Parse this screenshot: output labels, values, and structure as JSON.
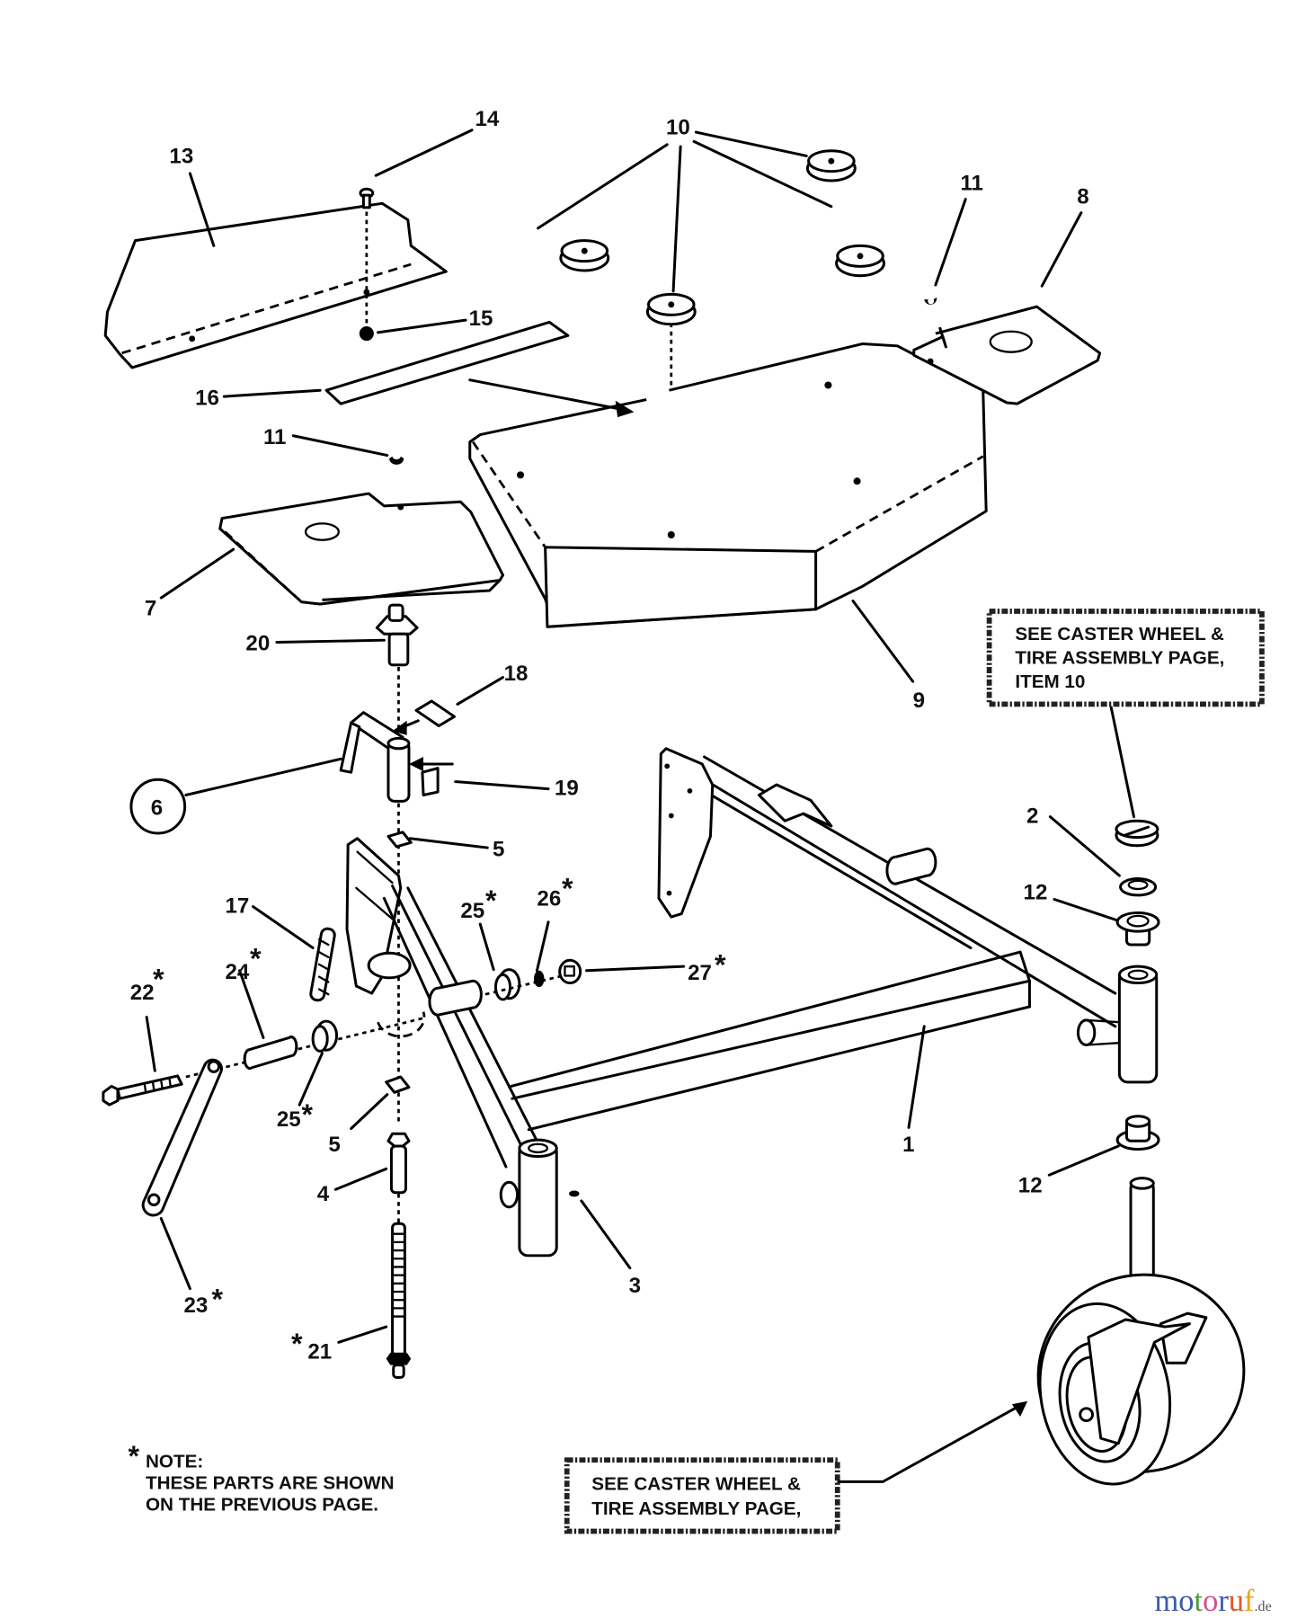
{
  "diagram": {
    "type": "exploded-parts-view",
    "subject": "Caster wheel frame / deck mount assembly",
    "callouts": [
      {
        "id": "c1",
        "number": "1",
        "starred": false,
        "part": "frame"
      },
      {
        "id": "c2",
        "number": "2",
        "starred": false,
        "part": "washer"
      },
      {
        "id": "c3",
        "number": "3",
        "starred": false,
        "part": "grease-fitting"
      },
      {
        "id": "c4",
        "number": "4",
        "starred": false,
        "part": "pivot-pin"
      },
      {
        "id": "c5a",
        "number": "5",
        "starred": false,
        "part": "square-nut-upper"
      },
      {
        "id": "c5b",
        "number": "5",
        "starred": false,
        "part": "square-nut-lower"
      },
      {
        "id": "c6",
        "number": "6",
        "starred": false,
        "circled": true,
        "part": "lever-assembly"
      },
      {
        "id": "c7",
        "number": "7",
        "starred": false,
        "part": "left-plate"
      },
      {
        "id": "c8",
        "number": "8",
        "starred": false,
        "part": "right-plate"
      },
      {
        "id": "c9",
        "number": "9",
        "starred": false,
        "part": "deck-cover"
      },
      {
        "id": "c10",
        "number": "10",
        "starred": false,
        "part": "knobs"
      },
      {
        "id": "c11a",
        "number": "11",
        "starred": false,
        "part": "clip-left"
      },
      {
        "id": "c11b",
        "number": "11",
        "starred": false,
        "part": "clip-right"
      },
      {
        "id": "c12a",
        "number": "12",
        "starred": false,
        "part": "bushing-upper"
      },
      {
        "id": "c12b",
        "number": "12",
        "starred": false,
        "part": "bushing-lower"
      },
      {
        "id": "c13",
        "number": "13",
        "starred": false,
        "part": "channel-cover"
      },
      {
        "id": "c14",
        "number": "14",
        "starred": false,
        "part": "screw"
      },
      {
        "id": "c15",
        "number": "15",
        "starred": false,
        "part": "nut"
      },
      {
        "id": "c16",
        "number": "16",
        "starred": false,
        "part": "strip"
      },
      {
        "id": "c17",
        "number": "17",
        "starred": false,
        "part": "spring"
      },
      {
        "id": "c18",
        "number": "18",
        "starred": false,
        "part": "decal-small"
      },
      {
        "id": "c19",
        "number": "19",
        "starred": false,
        "part": "decal"
      },
      {
        "id": "c20",
        "number": "20",
        "starred": false,
        "part": "flange-bushing"
      },
      {
        "id": "c21",
        "number": "21",
        "starred": true,
        "part": "threaded-rod"
      },
      {
        "id": "c22",
        "number": "22",
        "starred": true,
        "part": "bolt"
      },
      {
        "id": "c23",
        "number": "23",
        "starred": true,
        "part": "link-arm"
      },
      {
        "id": "c24",
        "number": "24",
        "starred": true,
        "part": "spacer"
      },
      {
        "id": "c25a",
        "number": "25",
        "starred": true,
        "part": "bushing-left"
      },
      {
        "id": "c25b",
        "number": "25",
        "starred": true,
        "part": "bushing-right"
      },
      {
        "id": "c26",
        "number": "26",
        "starred": true,
        "part": "washer-small"
      },
      {
        "id": "c27",
        "number": "27",
        "starred": true,
        "part": "nut-hex"
      }
    ],
    "star_symbol": "*",
    "note": {
      "heading": "NOTE:",
      "line1": "THESE PARTS ARE SHOWN",
      "line2": "ON THE PREVIOUS PAGE."
    },
    "reference_boxes": {
      "top": {
        "line1": "SEE CASTER WHEEL &",
        "line2": "TIRE ASSEMBLY PAGE,",
        "line3": "ITEM 10"
      },
      "bottom": {
        "line1": "SEE CASTER WHEEL &",
        "line2": "TIRE ASSEMBLY PAGE,"
      }
    }
  },
  "watermark": {
    "letters": [
      {
        "ch": "m",
        "color": "#3b5ca8"
      },
      {
        "ch": "o",
        "color": "#3b5ca8"
      },
      {
        "ch": "t",
        "color": "#4a9a3c"
      },
      {
        "ch": "o",
        "color": "#d94c8c"
      },
      {
        "ch": "r",
        "color": "#3b5ca8"
      },
      {
        "ch": "u",
        "color": "#e0562a"
      },
      {
        "ch": "f",
        "color": "#e8a21c"
      }
    ],
    "suffix": ".de"
  }
}
